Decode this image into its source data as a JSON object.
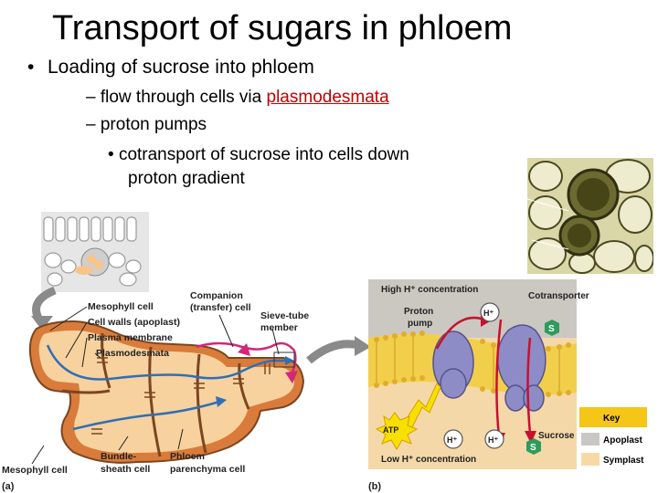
{
  "slide": {
    "title": "Transport of sugars in phloem",
    "bullet1": "Loading of sucrose into phloem",
    "sub1_prefix": "flow through cells via ",
    "sub1_link": "plasmodesmata",
    "sub2": "proton pumps",
    "sub3_line1": "cotransport of sucrose into cells down",
    "sub3_line2": "proton gradient",
    "dash": "–",
    "bullet_glyph": "•"
  },
  "figure_a": {
    "panel_label": "(a)",
    "labels": {
      "mesophyll_cell": "Mesophyll cell",
      "cell_walls": "Cell walls (apoplast)",
      "plasma_membrane": "Plasma membrane",
      "plasmodesmata": "Plasmodesmata",
      "companion_1": "Companion",
      "companion_2": "(transfer) cell",
      "sieve_1": "Sieve-tube",
      "sieve_2": "member",
      "bottom_mesophyll": "Mesophyll cell",
      "bundle_1": "Bundle-",
      "bundle_2": "sheath cell",
      "phloem_1": "Phloem",
      "phloem_2": "parenchyma cell"
    }
  },
  "figure_b": {
    "panel_label": "(b)",
    "labels": {
      "high": "High H⁺ concentration",
      "cotransporter": "Cotransporter",
      "proton_1": "Proton",
      "proton_2": "pump",
      "hplus": "H⁺",
      "s": "S",
      "atp": "ATP",
      "sucrose": "Sucrose",
      "low": "Low H⁺ concentration"
    },
    "key": {
      "title": "Key",
      "apoplast": "Apoplast",
      "symplast": "Symplast"
    },
    "colors": {
      "panel_bg": "#f5d8a8",
      "membrane_yellow": "#f2cf4a",
      "protein": "#8e8cc6",
      "arrow_red": "#c8102e",
      "s_green": "#2e9b5d",
      "apoplast": "#c9c7c3",
      "symplast": "#f7d9a6"
    }
  }
}
